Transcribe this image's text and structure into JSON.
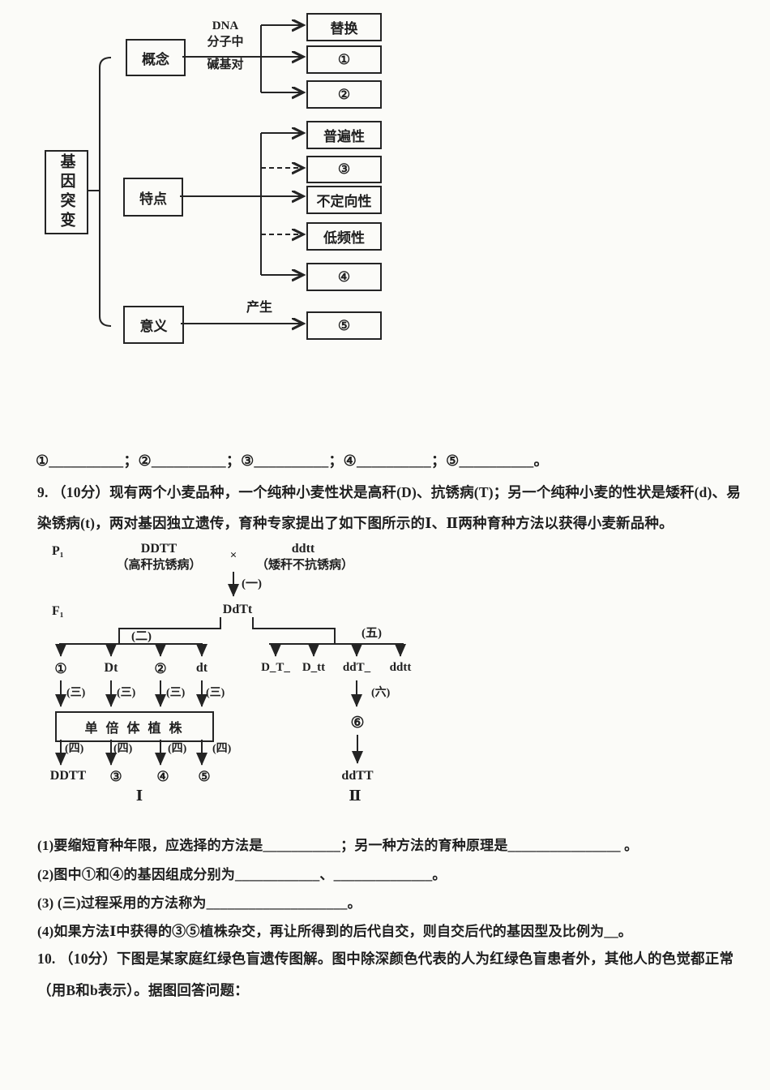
{
  "colors": {
    "ink": "#242424",
    "paper": "#fbfbf8"
  },
  "diagram1": {
    "root": "基因突变",
    "branch_concept": "概念",
    "branch_feature": "特点",
    "branch_meaning": "意义",
    "edge_dna_line1": "DNA",
    "edge_dna_line2": "分子中",
    "edge_dna_line3": "碱基对",
    "edge_produce": "产生",
    "concept_targets": [
      "替换",
      "①",
      "②"
    ],
    "feature_targets": [
      "普遍性",
      "③",
      "不定向性",
      "低频性",
      "④"
    ],
    "meaning_targets": [
      "⑤"
    ]
  },
  "fill_line": "①__________；②__________；③__________；④__________；⑤__________。",
  "q9_text": "9. （10分）现有两个小麦品种，一个纯种小麦性状是高秆(D)、抗锈病(T)；另一个纯种小麦的性状是矮秆(d)、易染锈病(t)，两对基因独立遗传，育种专家提出了如下图所示的Ⅰ、Ⅱ两种育种方法以获得小麦新品种。",
  "diagram2": {
    "p1_label": "P₁",
    "f1_label": "F₁",
    "parent1_genotype": "DDTT",
    "parent1_phenotype": "（高秆抗锈病）",
    "cross_symbol": "×",
    "parent2_genotype": "ddtt",
    "parent2_phenotype": "（矮秆不抗锈病）",
    "f1_genotype": "DdTt",
    "step_labels": {
      "s1": "(一)",
      "s2": "(二)",
      "s3": "(三)",
      "s4": "(四)",
      "s5": "(五)",
      "s6": "(六)"
    },
    "gametes": [
      "①",
      "Dt",
      "②",
      "dt"
    ],
    "f2_right": [
      "D_T_",
      "D_tt",
      "ddT_",
      "ddtt"
    ],
    "haploid_box": "单 倍 体 植 株",
    "doubled_row": [
      "DDTT",
      "③",
      "④",
      "⑤"
    ],
    "method1_label": "Ⅰ",
    "circle6": "⑥",
    "method2_result": "ddTT",
    "method2_label": "Ⅱ"
  },
  "q9_subs": [
    "(1)要缩短育种年限，应选择的方法是___________；另一种方法的育种原理是________________ 。",
    "(2)图中①和④的基因组成分别为____________、______________。",
    "(3) (三)过程采用的方法称为____________________。",
    "(4)如果方法Ⅰ中获得的③⑤植株杂交，再让所得到的后代自交，则自交后代的基因型及比例为__。"
  ],
  "q10_text": "10. （10分）下图是某家庭红绿色盲遗传图解。图中除深颜色代表的人为红绿色盲患者外，其他人的色觉都正常（用B和b表示）。据图回答问题："
}
